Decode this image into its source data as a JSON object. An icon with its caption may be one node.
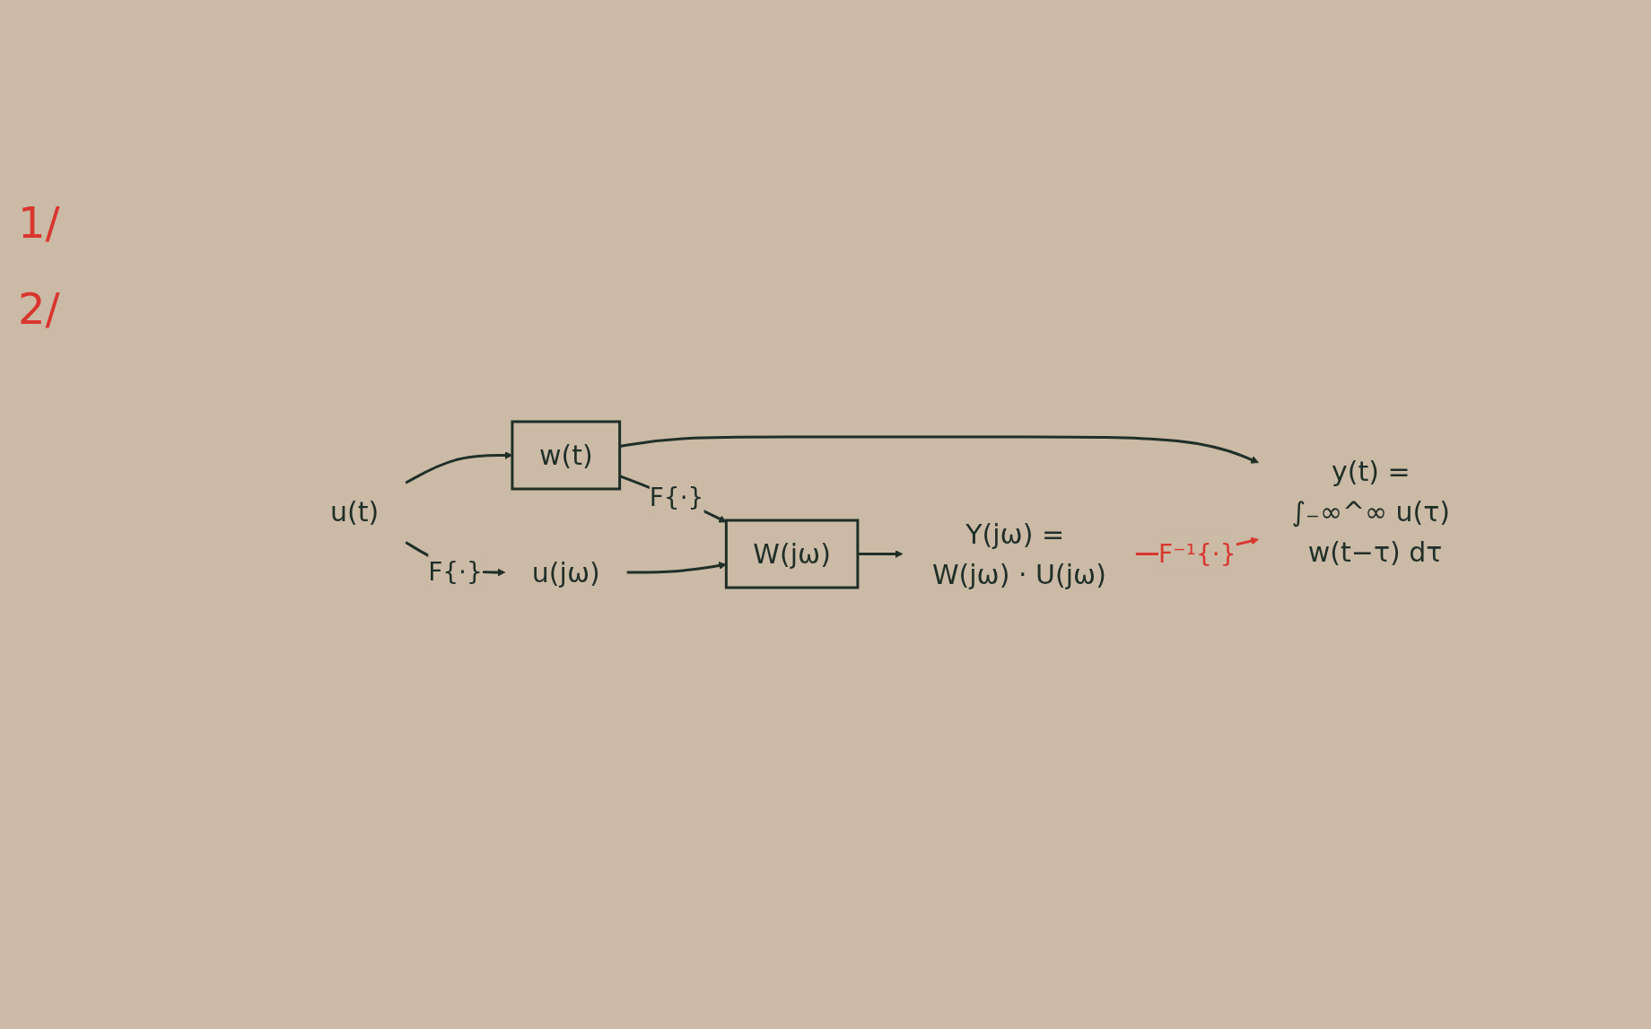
{
  "diagram": {
    "nodes": [
      {
        "text": [
          "u(t)"
        ]
      },
      {
        "text": [
          "w(t)"
        ]
      },
      {
        "text": [
          "y(t) = ∫₋∞^∞ u(τ) w(t−τ) dτ"
        ]
      },
      {
        "text": [
          "u(jω)"
        ]
      },
      {
        "text": [
          "W(jω)"
        ]
      },
      {
        "text": [
          "Y(jω) = W(jω) · U(jω)"
        ]
      }
    ],
    "edges": [
      {
        "from": 0,
        "to": 1,
        "arrow": "to"
      },
      {
        "from": 1,
        "to": 2,
        "arrow": "to"
      },
      {
        "from": 0,
        "to": 3,
        "arrow": "to",
        "label": "F{·}"
      },
      {
        "from": 1,
        "to": 4,
        "arrow": "to",
        "label": "F{·}"
      },
      {
        "from": 3,
        "to": 4,
        "arrow": "to"
      },
      {
        "from": 4,
        "to": 5,
        "arrow": "to"
      },
      {
        "from": 5,
        "to": 2,
        "arrow": "to",
        "label": "F⁻¹{·}",
        "color": "#d9362f"
      }
    ],
    "labels": [
      "1/",
      "2/"
    ]
  }
}
